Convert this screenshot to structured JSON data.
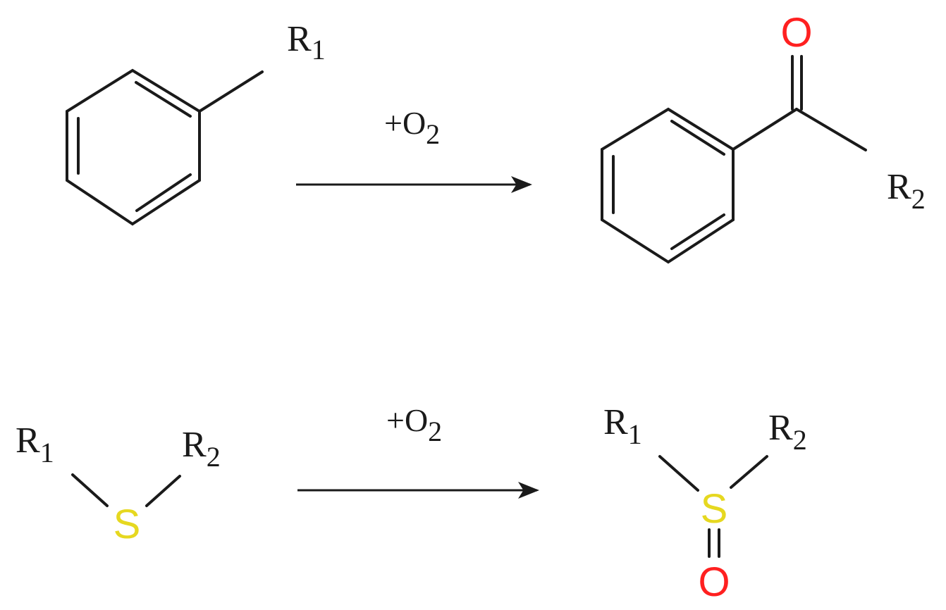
{
  "colors": {
    "oxygen": "#ff2020",
    "sulfur": "#e6d820",
    "bond": "#1a1a1a"
  },
  "reaction1": {
    "reactant": {
      "substituent_label": "R",
      "substituent_subscript": "1"
    },
    "reagent": {
      "text": "+O",
      "subscript": "2"
    },
    "product": {
      "oxygen_label": "O",
      "substituent_label": "R",
      "substituent_subscript": "2"
    }
  },
  "reaction2": {
    "reactant": {
      "left_label": "R",
      "left_subscript": "1",
      "right_label": "R",
      "right_subscript": "2",
      "sulfur_label": "S"
    },
    "reagent": {
      "text": "+O",
      "subscript": "2"
    },
    "product": {
      "left_label": "R",
      "left_subscript": "1",
      "right_label": "R",
      "right_subscript": "2",
      "sulfur_label": "S",
      "oxygen_label": "O"
    }
  }
}
